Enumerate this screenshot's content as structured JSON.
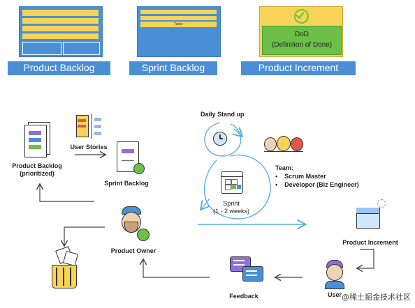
{
  "top": {
    "product_backlog": "Product Backlog",
    "sprint_backlog": "Sprint Backlog",
    "sprint_backlog_tasks": "Tasks",
    "product_increment": "Product Increment",
    "dod_line1": "DoD",
    "dod_line2": "(Definition of Done)"
  },
  "flow": {
    "product_backlog_line1": "Product Backlog",
    "product_backlog_line2": "(prioritized)",
    "user_stories": "User Stories",
    "sprint_backlog": "Sprint Backlog",
    "daily_standup": "Daily Stand up",
    "sprint_line1": "Sprint",
    "sprint_line2": "(1 - 2 weeks)",
    "team_title": "Team:",
    "team_members": [
      "Scrum Master",
      "Developer (Biz Engineer)"
    ],
    "product_owner": "Product Owner",
    "product_increment": "Product Increment",
    "user": "User",
    "feedback": "Feedback"
  },
  "watermark": "@稀土掘金技术社区",
  "colors": {
    "blue": "#4a8fd6",
    "yellow": "#f7d455",
    "green": "#6cc04a",
    "purple": "#8e6fd8",
    "arrow": "#5aaee0"
  }
}
